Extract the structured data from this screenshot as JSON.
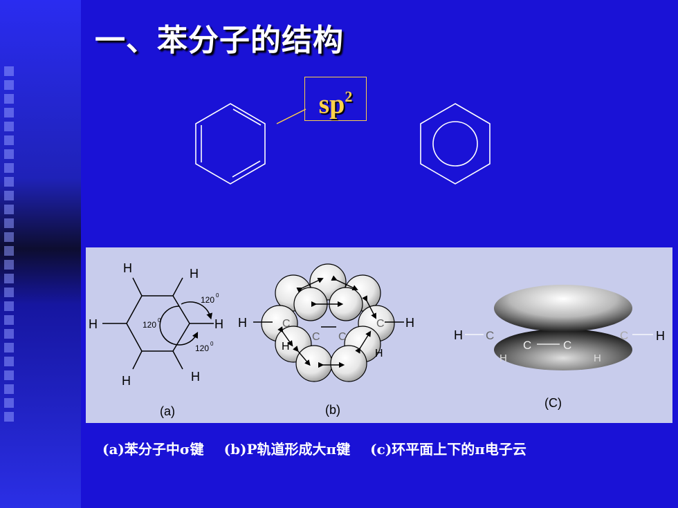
{
  "slide": {
    "title": "一、苯分子的结构",
    "hybridization": {
      "base": "sp",
      "superscript": "2"
    }
  },
  "figure": {
    "panel_labels": {
      "a": "(a)",
      "b": "(b)",
      "c": "(C)"
    },
    "atoms": {
      "H": "H",
      "C": "C"
    },
    "angles": {
      "a1": "120",
      "a2": "120",
      "a3": "120",
      "deg": "0"
    }
  },
  "caption": {
    "a": "(a)苯分子中σ键",
    "b": "(b)P轨道形成大π键",
    "c": "(c)环平面上下的π电子云"
  }
}
